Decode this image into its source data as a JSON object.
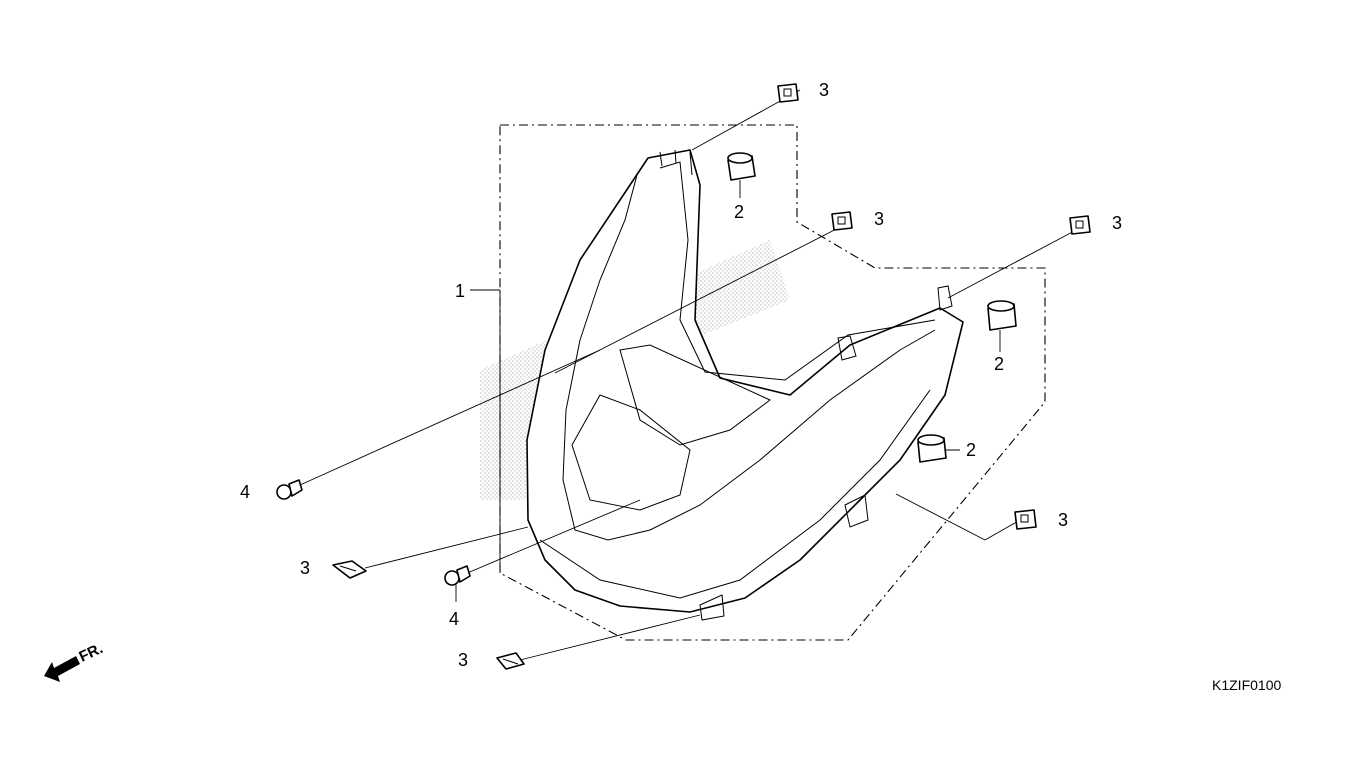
{
  "diagram_code": "K1ZIF0100",
  "front_indicator": "FR.",
  "callouts": [
    {
      "id": "callout-1",
      "label": "1"
    },
    {
      "id": "callout-2a",
      "label": "2"
    },
    {
      "id": "callout-2b",
      "label": "2"
    },
    {
      "id": "callout-2c",
      "label": "2"
    },
    {
      "id": "callout-3a",
      "label": "3"
    },
    {
      "id": "callout-3b",
      "label": "3"
    },
    {
      "id": "callout-3c",
      "label": "3"
    },
    {
      "id": "callout-3d",
      "label": "3"
    },
    {
      "id": "callout-3e",
      "label": "3"
    },
    {
      "id": "callout-3f",
      "label": "3"
    },
    {
      "id": "callout-4a",
      "label": "4"
    },
    {
      "id": "callout-4b",
      "label": "4"
    }
  ]
}
